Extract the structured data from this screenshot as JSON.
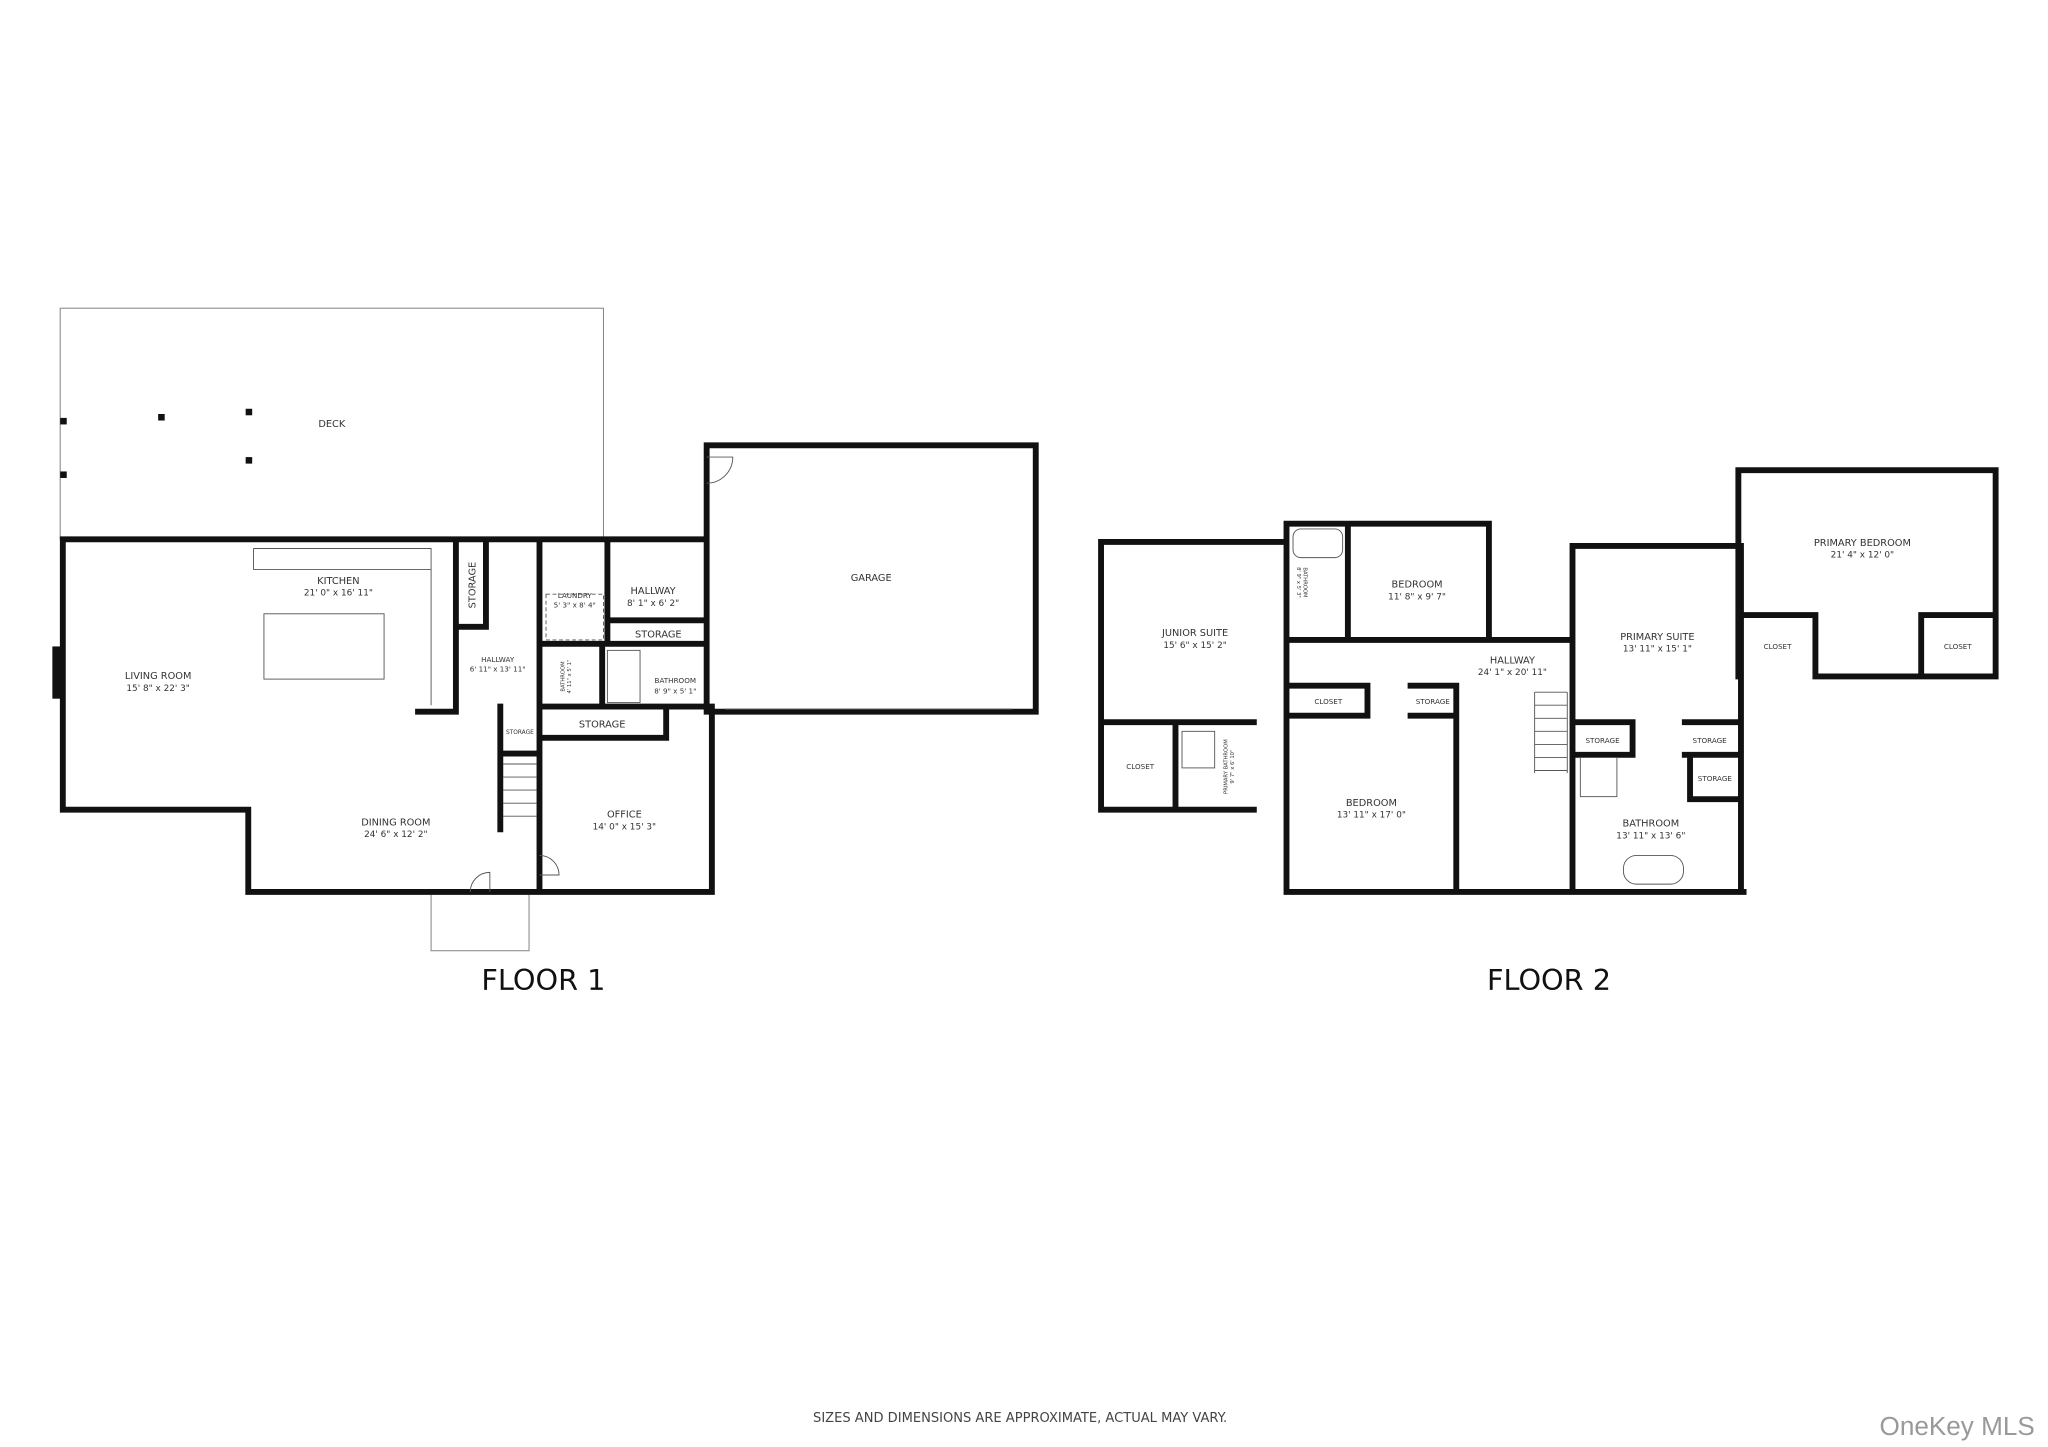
{
  "floor1": {
    "title": "FLOOR 1",
    "rooms": {
      "deck": {
        "name": "DECK"
      },
      "kitchen": {
        "name": "KITCHEN",
        "dims": "21' 0\" x 16' 11\""
      },
      "living_room": {
        "name": "LIVING ROOM",
        "dims": "15' 8\" x 22' 3\""
      },
      "dining_room": {
        "name": "DINING ROOM",
        "dims": "24' 6\" x 12' 2\""
      },
      "storage_a": {
        "name": "STORAGE"
      },
      "hallway_a": {
        "name": "HALLWAY",
        "dims": "6' 11\" x 13' 11\""
      },
      "laundry": {
        "name": "LAUNDRY",
        "dims": "5' 3\" x 8' 4\""
      },
      "hallway_b": {
        "name": "HALLWAY",
        "dims": "8' 1\" x 6' 2\""
      },
      "storage_b": {
        "name": "STORAGE"
      },
      "bathroom_a": {
        "name": "BATHROOM",
        "dims": "4' 11\" x 5' 1\""
      },
      "bathroom_b": {
        "name": "BATHROOM",
        "dims": "8' 9\" x 5' 1\""
      },
      "storage_c": {
        "name": "STORAGE"
      },
      "storage_d": {
        "name": "STORAGE"
      },
      "office": {
        "name": "OFFICE",
        "dims": "14' 0\" x 15' 3\""
      },
      "garage": {
        "name": "GARAGE"
      }
    }
  },
  "floor2": {
    "title": "FLOOR 2",
    "rooms": {
      "junior_suite": {
        "name": "JUNIOR SUITE",
        "dims": "15' 6\" x 15' 2\""
      },
      "closet_a": {
        "name": "CLOSET"
      },
      "primary_bathroom": {
        "name": "PRIMARY BATHROOM",
        "dims": "9' 7\" x 6' 10\""
      },
      "bathroom_c": {
        "name": "BATHROOM",
        "dims": "8' 9\" x 5' 3\""
      },
      "bedroom_a": {
        "name": "BEDROOM",
        "dims": "11' 8\" x 9' 7\""
      },
      "hallway": {
        "name": "HALLWAY",
        "dims": "24' 1\" x 20' 11\""
      },
      "closet_b": {
        "name": "CLOSET"
      },
      "storage_e": {
        "name": "STORAGE"
      },
      "bedroom_b": {
        "name": "BEDROOM",
        "dims": "13' 11\" x 17' 0\""
      },
      "primary_suite": {
        "name": "PRIMARY SUITE",
        "dims": "13' 11\" x 15' 1\""
      },
      "storage_f": {
        "name": "STORAGE"
      },
      "storage_g": {
        "name": "STORAGE"
      },
      "storage_h": {
        "name": "STORAGE"
      },
      "bathroom_d": {
        "name": "BATHROOM",
        "dims": "13' 11\" x 13' 6\""
      },
      "primary_bedroom": {
        "name": "PRIMARY BEDROOM",
        "dims": "21' 4\" x 12' 0\""
      },
      "closet_c": {
        "name": "CLOSET"
      },
      "closet_d": {
        "name": "CLOSET"
      }
    }
  },
  "footer": {
    "disclaimer": "SIZES AND DIMENSIONS ARE APPROXIMATE, ACTUAL MAY VARY.",
    "watermark": "OneKey MLS"
  }
}
